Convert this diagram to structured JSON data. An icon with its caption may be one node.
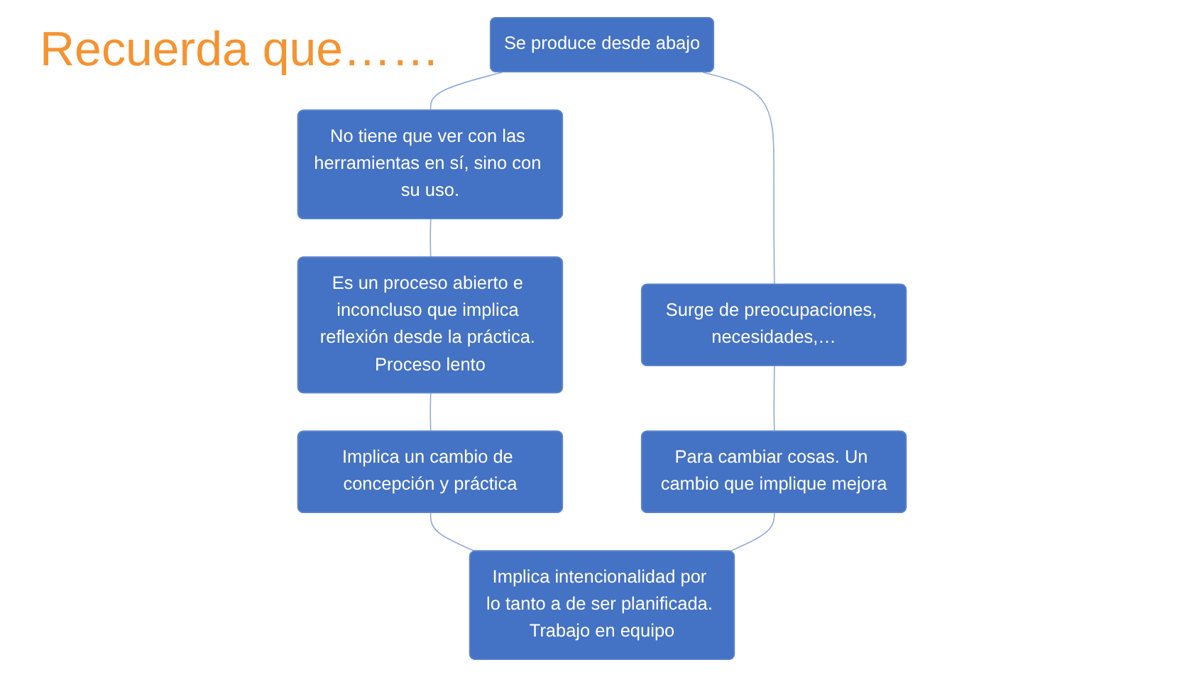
{
  "diagram": {
    "title": "Recuerda que……",
    "nodes": [
      {
        "text": [
          "Se produce desde abajo"
        ]
      },
      {
        "text": [
          "Surge de preocupaciones, necesidades,…"
        ]
      },
      {
        "text": [
          "Para cambiar cosas. Un cambio que implique mejora"
        ]
      },
      {
        "text": [
          "Implica intencionalidad por lo tanto a de ser planificada. Trabajo en equipo"
        ]
      },
      {
        "text": [
          "Implica un cambio de concepción y práctica"
        ]
      },
      {
        "text": [
          "Es un proceso abierto e inconcluso que implica reflexión desde la práctica. Proceso lento"
        ]
      },
      {
        "text": [
          "No tiene que ver con las herramientas en sí, sino con su uso."
        ]
      }
    ],
    "edges": [
      {
        "from": 0,
        "to": 6,
        "arrow": "none"
      },
      {
        "from": 6,
        "to": 5,
        "arrow": "none"
      },
      {
        "from": 5,
        "to": 4,
        "arrow": "none"
      },
      {
        "from": 4,
        "to": 3,
        "arrow": "none"
      },
      {
        "from": 0,
        "to": 1,
        "arrow": "none"
      },
      {
        "from": 1,
        "to": 2,
        "arrow": "none"
      },
      {
        "from": 2,
        "to": 3,
        "arrow": "none"
      }
    ]
  }
}
